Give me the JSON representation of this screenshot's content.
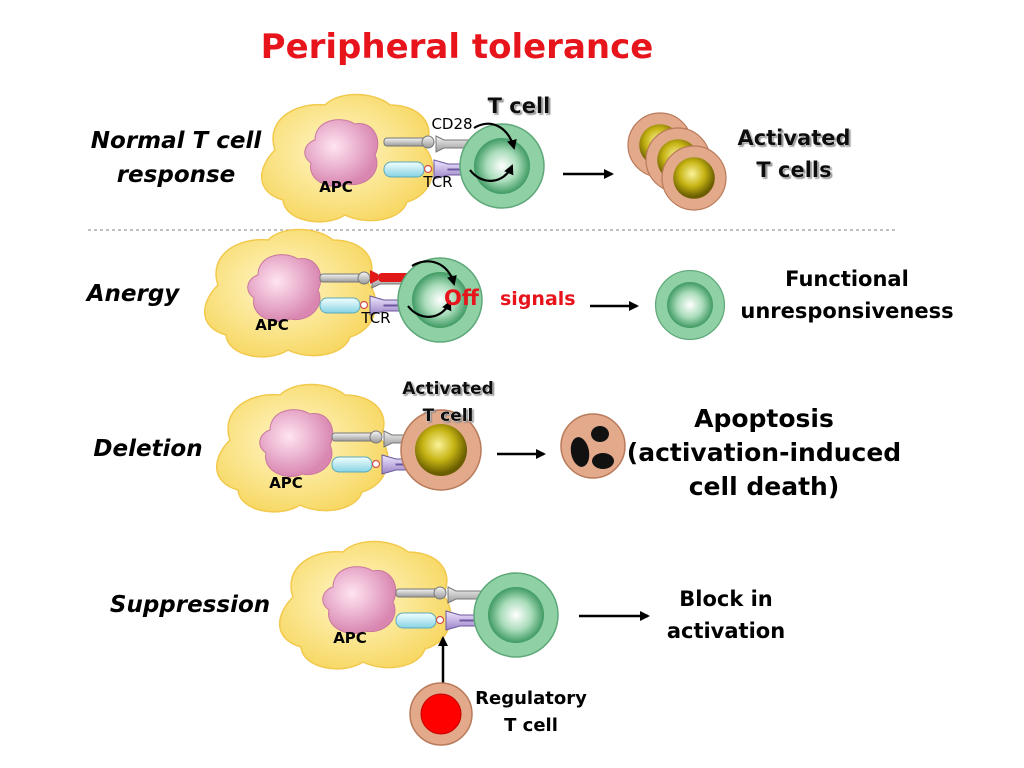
{
  "title": "Peripheral tolerance",
  "rows": {
    "normal": {
      "label_line1": "Normal T cell",
      "label_line2": "response",
      "apc": "APC",
      "cd28": "CD28",
      "tcr": "TCR",
      "t_cell": "T cell",
      "outcome_line1": "Activated",
      "outcome_line2": "T cells"
    },
    "anergy": {
      "label": "Anergy",
      "apc": "APC",
      "tcr": "TCR",
      "off": "Off",
      "signals": "signals",
      "outcome_line1": "Functional",
      "outcome_line2": "unresponsiveness"
    },
    "deletion": {
      "label": "Deletion",
      "apc": "APC",
      "activated_line1": "Activated",
      "activated_line2": "T cell",
      "outcome_line1": "Apoptosis",
      "outcome_line2": "(activation-induced",
      "outcome_line3": "cell death)"
    },
    "suppression": {
      "label": "Suppression",
      "apc": "APC",
      "outcome_line1": "Block in",
      "outcome_line2": "activation",
      "regulatory_line1": "Regulatory",
      "regulatory_line2": "T cell"
    }
  },
  "colors": {
    "title": "#e8141c",
    "apc_body": "#fbe58a",
    "apc_nucleus": "#e8a7c9",
    "t_cell_outer": "#8fd0a4",
    "activated_outer": "#e2a98a",
    "activated_inner": "#b5a50a",
    "regulatory_inner": "#ff0000"
  }
}
